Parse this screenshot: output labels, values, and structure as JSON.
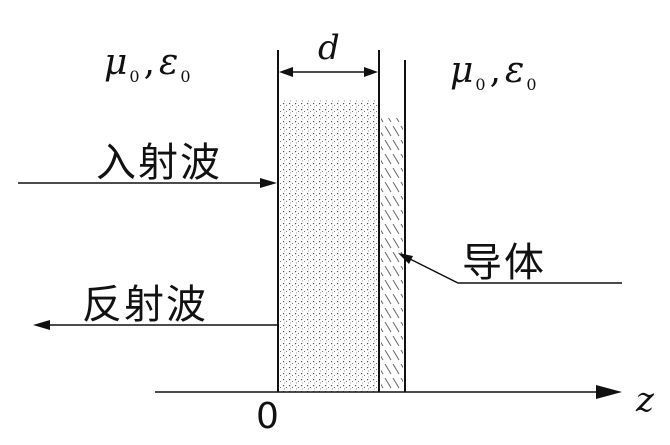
{
  "region_left": {
    "mu": "μ",
    "mu_sub": "0",
    "sep": ",",
    "eps": "ε",
    "eps_sub": "0"
  },
  "region_right": {
    "mu": "μ",
    "mu_sub": "0",
    "sep": ",",
    "eps": "ε",
    "eps_sub": "0"
  },
  "thickness_label": "d",
  "incident_wave_label": "入射波",
  "reflected_wave_label": "反射波",
  "conductor_label": "导体",
  "origin_label": "0",
  "axis_label": "z"
}
